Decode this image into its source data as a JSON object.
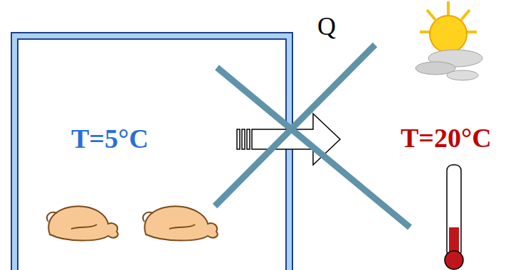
{
  "diagram": {
    "nodes": [
      {
        "text": [
          "T=5°C"
        ]
      }
    ],
    "labels": [
      "Q",
      "T=20°C"
    ]
  }
}
